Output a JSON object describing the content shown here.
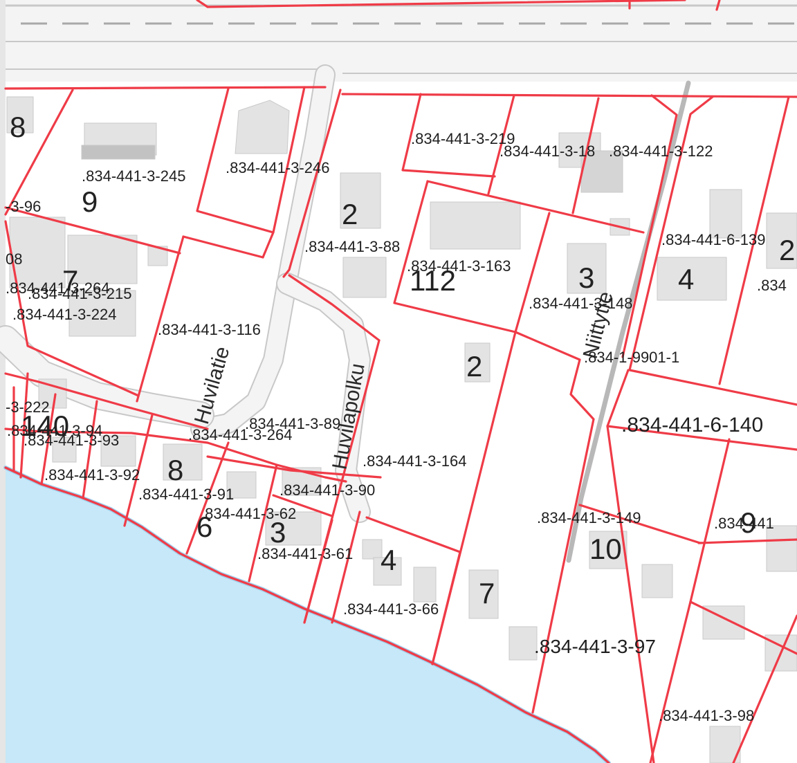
{
  "colors": {
    "water": "#c7e8f8",
    "shore": "#9fd0ee",
    "land": "#ffffff",
    "boundary": "#ef3b47",
    "road_fill": "#f4f4f4",
    "road_edge": "#c8c8c8",
    "road_dash": "#a9a9a9",
    "rail": "#b8b8b8",
    "building_top": "#e3e3e3",
    "building_side": "#c2c2c2"
  },
  "streets": [
    {
      "name": "Huvilatie"
    },
    {
      "name": "Huvilapolku"
    },
    {
      "name": "Niittytie"
    }
  ],
  "parcel_ids": [
    ".834-441-3-219",
    ".834-441-3-18",
    ".834-441-3-122",
    ".834-441-3-245",
    ".834-441-3-246",
    "-3-96",
    ".834-441-3-88",
    ".834-441-3-163",
    ".834-441-6-139",
    ".834",
    ".834-441-3-264",
    ".834-441-3-215",
    ".834-441-3-224",
    ".834-441-3-116",
    ".834-441-3-148",
    ".834-1-9901-1",
    "-3-222",
    ".834-441-3-94",
    ".834-441-3-93",
    ".834-441-3-89",
    ".834-441-3-264",
    ".834-441-6-140",
    ".834-441-3-164",
    ".834-441-3-92",
    ".834-441-3-91",
    ".834-441-3-90",
    ".834-441-3-62",
    ".834-441-3-149",
    ".834-441",
    ".834-441-3-61",
    ".834-441-3-66",
    ".834-441-3-97",
    ".834-441-3-98"
  ],
  "house_numbers": [
    "8",
    "9",
    "2",
    "112",
    "3",
    "4",
    "2",
    "7",
    "2",
    "140",
    "8",
    "6",
    "3",
    "4",
    "7",
    "10",
    "9"
  ],
  "partial_labels": [
    "08"
  ]
}
